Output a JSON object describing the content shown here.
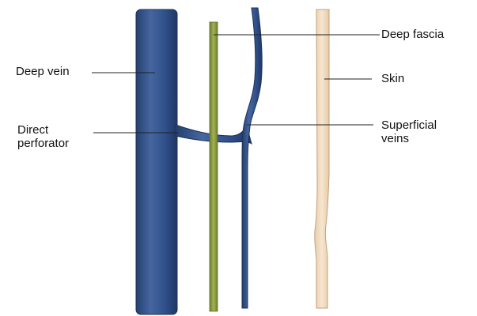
{
  "labels": {
    "deep_vein": "Deep vein",
    "direct_perforator": [
      "Direct",
      "perforator"
    ],
    "deep_fascia": "Deep fascia",
    "skin": "Skin",
    "superficial_veins": [
      "Superficial",
      "veins"
    ]
  },
  "colors": {
    "vein": "#2d4a7a",
    "vein_highlight": "#4a6aa0",
    "fascia": "#8a9a3e",
    "skin": "#f0dcc0",
    "skin_edge": "#c8a882",
    "leader": "#222222"
  }
}
